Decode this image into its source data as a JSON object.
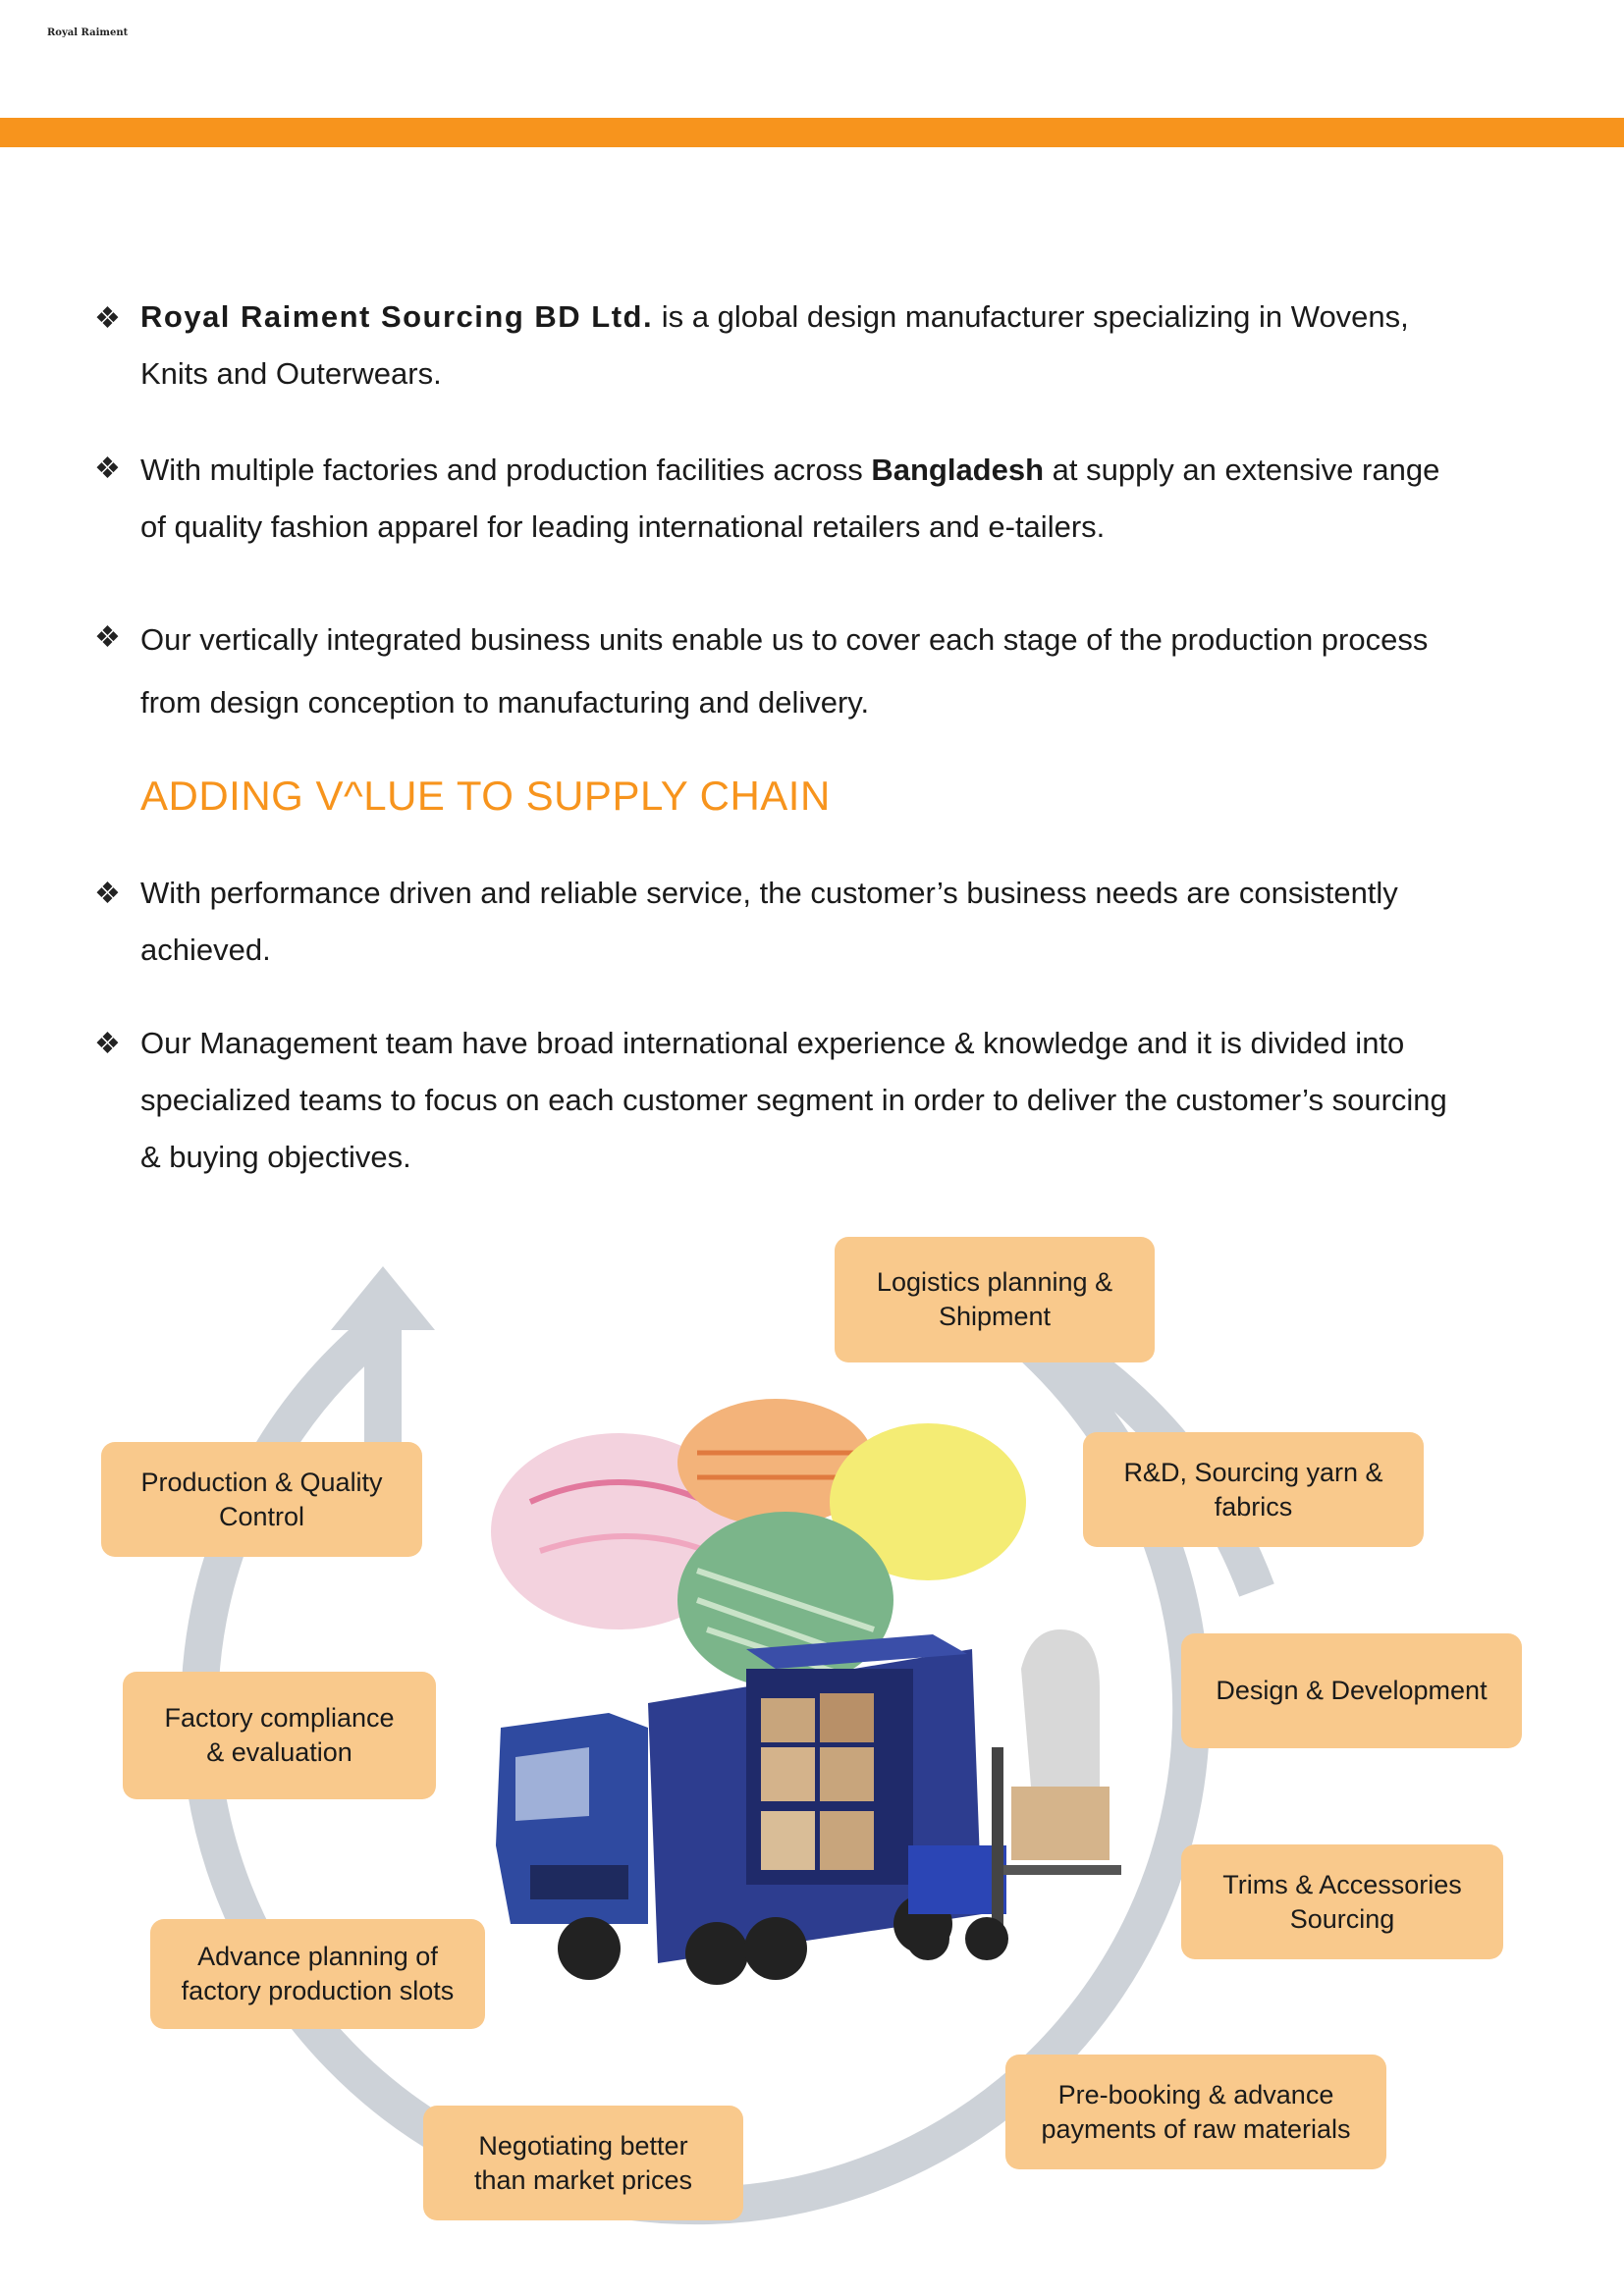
{
  "header": {
    "brand": "Royal Raiment"
  },
  "colors": {
    "accent": "#f7941d",
    "box_fill": "#f9c98c",
    "arrow": "#cdd2d8"
  },
  "bullet_glyph": "❖",
  "intro": {
    "p1": {
      "company": "Royal Raiment Sourcing BD Ltd.",
      "rest_line1": " is a global design manufacturer specializing in Wovens,",
      "line2": "Knits  and Outerwears."
    },
    "p2": {
      "before": "With multiple factories and production facilities across ",
      "country": "Bangladesh",
      "after_line1": "  at supply an extensive range",
      "line2": "of quality fashion apparel for leading international retailers and e-tailers."
    },
    "p3": {
      "line1": "Our vertically integrated business units enable us to cover each stage of the production process",
      "line2": "from design conception to manufacturing and delivery."
    }
  },
  "section": {
    "heading": "ADDING V^LUE TO SUPPLY CHAIN",
    "p4": {
      "line1": "With performance driven and reliable service, the customer’s business needs are consistently",
      "line2": "achieved."
    },
    "p5": {
      "line1": "Our Management team have broad international experience & knowledge and it is divided into",
      "line2": "specialized teams to focus on each customer segment in order to deliver the customer’s sourcing",
      "line3": "& buying objectives."
    }
  },
  "cycle": {
    "steps": [
      {
        "line1": "Logistics planning &",
        "line2": "Shipment"
      },
      {
        "line1": "R&D, Sourcing yarn &",
        "line2": "fabrics"
      },
      {
        "line1": "Design & Development",
        "line2": ""
      },
      {
        "line1": "Trims & Accessories",
        "line2": "Sourcing"
      },
      {
        "line1": "Pre-booking & advance",
        "line2": "payments of raw materials"
      },
      {
        "line1": "Negotiating better",
        "line2": "than market prices"
      },
      {
        "line1": "Advance planning of",
        "line2": "factory production slots"
      },
      {
        "line1": "Factory compliance",
        "line2": "& evaluation"
      },
      {
        "line1": "Production & Quality",
        "line2": "Control"
      }
    ]
  }
}
